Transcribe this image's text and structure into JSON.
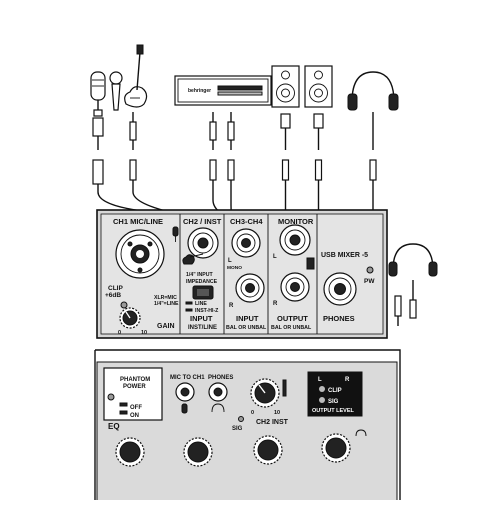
{
  "panel": {
    "ch1_title": "CH1 MIC/LINE",
    "ch2_title": "CH2 / INST",
    "ch34_title": "CH3-CH4",
    "monitor_title": "MONITOR",
    "device_name": "USB MIXER -5",
    "clip": "CLIP",
    "plus6db": "+6dB",
    "xlr_mic": "XLR=MIC",
    "quarter_line": "1/4\"=LINE",
    "gain": "GAIN",
    "knob_0": "0",
    "knob_10": "10",
    "impedance_1": "1/4\" INPUT",
    "impedance_2": "IMPEDANCE",
    "line": "LINE",
    "inst_hiz": "INST-HI-Z",
    "input_title": "INPUT",
    "input_sub": "INST/LINE",
    "left": "L",
    "mono": "MONO",
    "right": "R",
    "input2_title": "INPUT",
    "input2_sub": "BAL OR UNBAL",
    "output_title": "OUTPUT",
    "output_sub": "BAL OR UNBAL",
    "phones": "PHONES",
    "pw": "PW"
  },
  "lower": {
    "phantom_1": "PHANTOM",
    "phantom_2": "POWER",
    "off": "OFF",
    "on": "ON",
    "eq": "EQ",
    "mic_to_ch1": "MIC TO CH1",
    "phones": "PHONES",
    "k0": "0",
    "k10": "10",
    "sig": "SIG",
    "ch2_inst": "CH2 INST",
    "meter_l": "L",
    "meter_r": "R",
    "meter_clip": "CLIP",
    "meter_sig": "SIG",
    "output_level": "OUTPUT LEVEL"
  },
  "rack": {
    "brand": "behringer"
  }
}
